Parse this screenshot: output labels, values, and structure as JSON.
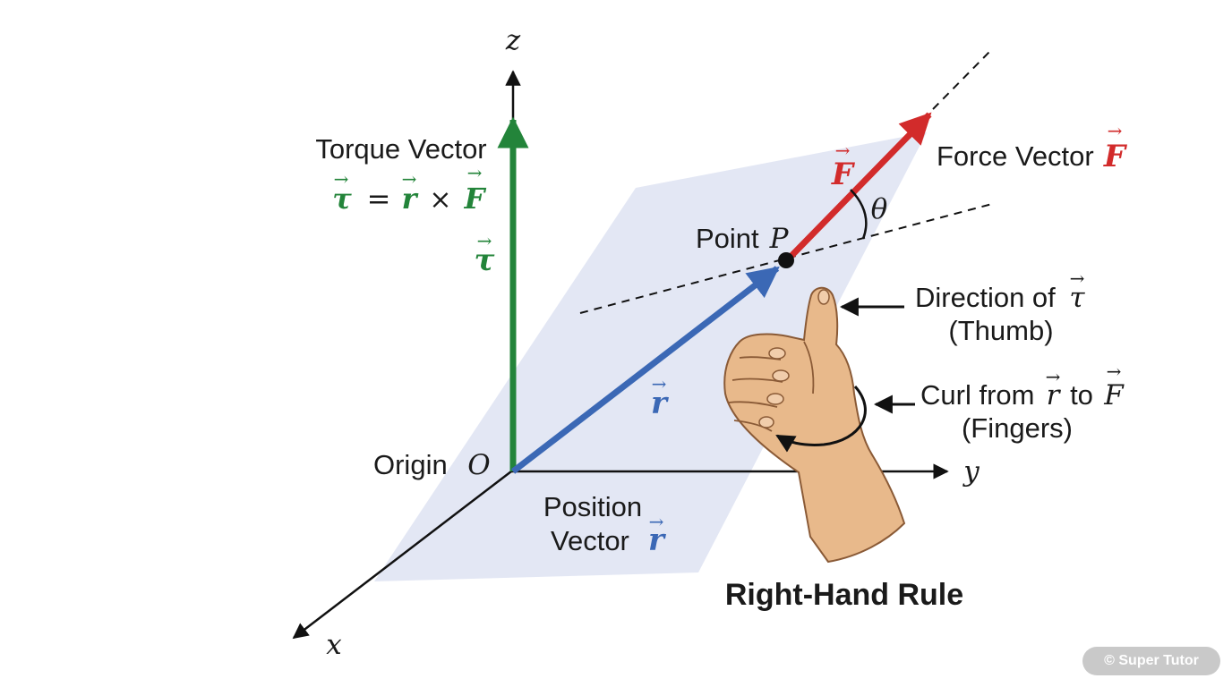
{
  "axes": {
    "x": "x",
    "y": "y",
    "z": "z"
  },
  "torque": {
    "title": "Torque Vector",
    "tau": "τ",
    "r": "r",
    "F": "F",
    "eq": "=",
    "cross": "×",
    "arrow_accent": "→"
  },
  "force": {
    "label": "Force Vector",
    "symbol": "F",
    "arrow_accent": "→"
  },
  "point": {
    "label": "Point",
    "symbol": "P"
  },
  "angle": {
    "symbol": "θ"
  },
  "origin": {
    "label": "Origin",
    "symbol": "O"
  },
  "position": {
    "line1": "Position",
    "line2": "Vector",
    "symbol": "r",
    "arrow_accent": "→"
  },
  "r_vector": {
    "symbol": "r",
    "arrow_accent": "→"
  },
  "thumb_note": {
    "line1_prefix": "Direction of",
    "line1_symbol": "τ",
    "line2": "(Thumb)"
  },
  "curl_note": {
    "prefix": "Curl from",
    "r": "r",
    "to": "to",
    "F": "F",
    "line2": "(Fingers)"
  },
  "rule_title": "Right-Hand Rule",
  "watermark": "© Super Tutor",
  "colors": {
    "torque": "#23843a",
    "force": "#d22b2b",
    "position": "#3b68b5",
    "plane": "#e3e7f4",
    "text": "#1a1a1a",
    "skin": "#e8b98b",
    "skin_outline": "#8a5a36"
  }
}
